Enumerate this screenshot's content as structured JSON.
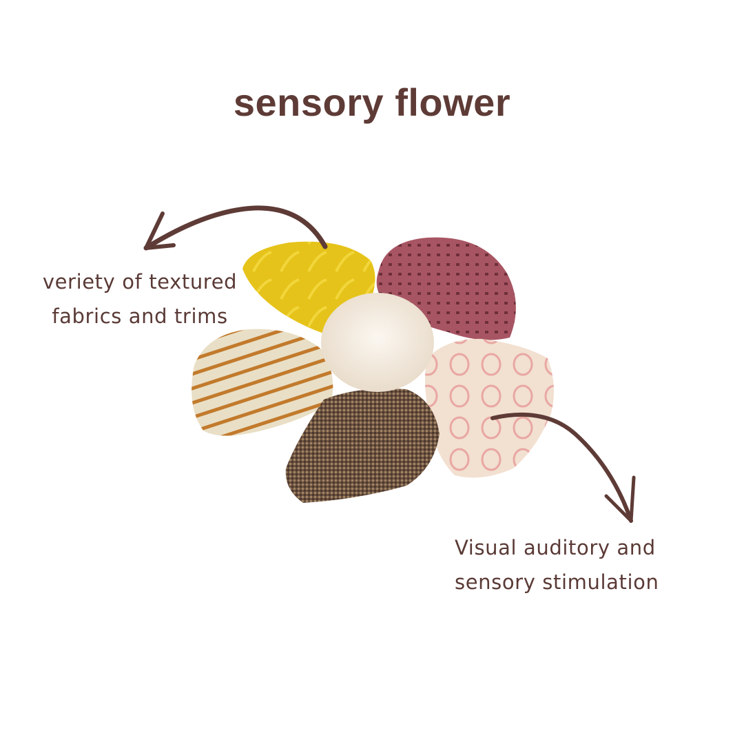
{
  "title": "sensory flower",
  "callouts": {
    "left": {
      "line1": "veriety of textured",
      "line2": "fabrics and trims"
    },
    "right": {
      "line1": "Visual auditory and",
      "line2": "sensory stimulation"
    }
  },
  "colors": {
    "text": "#5e3b36",
    "arrow": "#5e3b36",
    "petal_yellow": "#e8c51a",
    "petal_mauve": "#a85563",
    "petal_striped": "#e8dcc0",
    "petal_stripe_accent": "#c0772a",
    "petal_burlap": "#6b5040",
    "petal_pink_circles": "#f1dccf",
    "center_fluff": "#f6efe6"
  }
}
